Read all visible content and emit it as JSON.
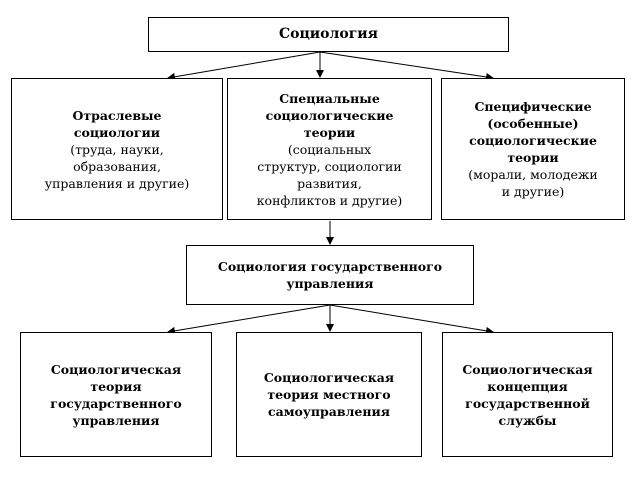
{
  "root": {
    "title": "Социология"
  },
  "level1": [
    {
      "bold_lines": [
        "Отраслевые",
        "социологии"
      ],
      "text_lines": [
        "(труда, науки,",
        "образования,",
        "управления и другие)"
      ]
    },
    {
      "bold_lines": [
        "Специальные",
        "социологические",
        "теории"
      ],
      "text_lines": [
        "(социальных",
        "структур, социологии",
        "развития,",
        "конфликтов и другие)"
      ]
    },
    {
      "bold_lines": [
        "Специфические",
        "(особенные)",
        "социологические",
        "теории"
      ],
      "text_lines": [
        "(морали, молодежи",
        "и другие)"
      ]
    }
  ],
  "middle": {
    "bold_lines": [
      "Социология государственного",
      "управления"
    ]
  },
  "level2": [
    {
      "bold_lines": [
        "Социологическая",
        "теория",
        "государственного",
        "управления"
      ]
    },
    {
      "bold_lines": [
        "Социологическая",
        "теория местного",
        "самоуправления"
      ]
    },
    {
      "bold_lines": [
        "Социологическая",
        "концепция",
        "государственной",
        "службы"
      ]
    }
  ]
}
